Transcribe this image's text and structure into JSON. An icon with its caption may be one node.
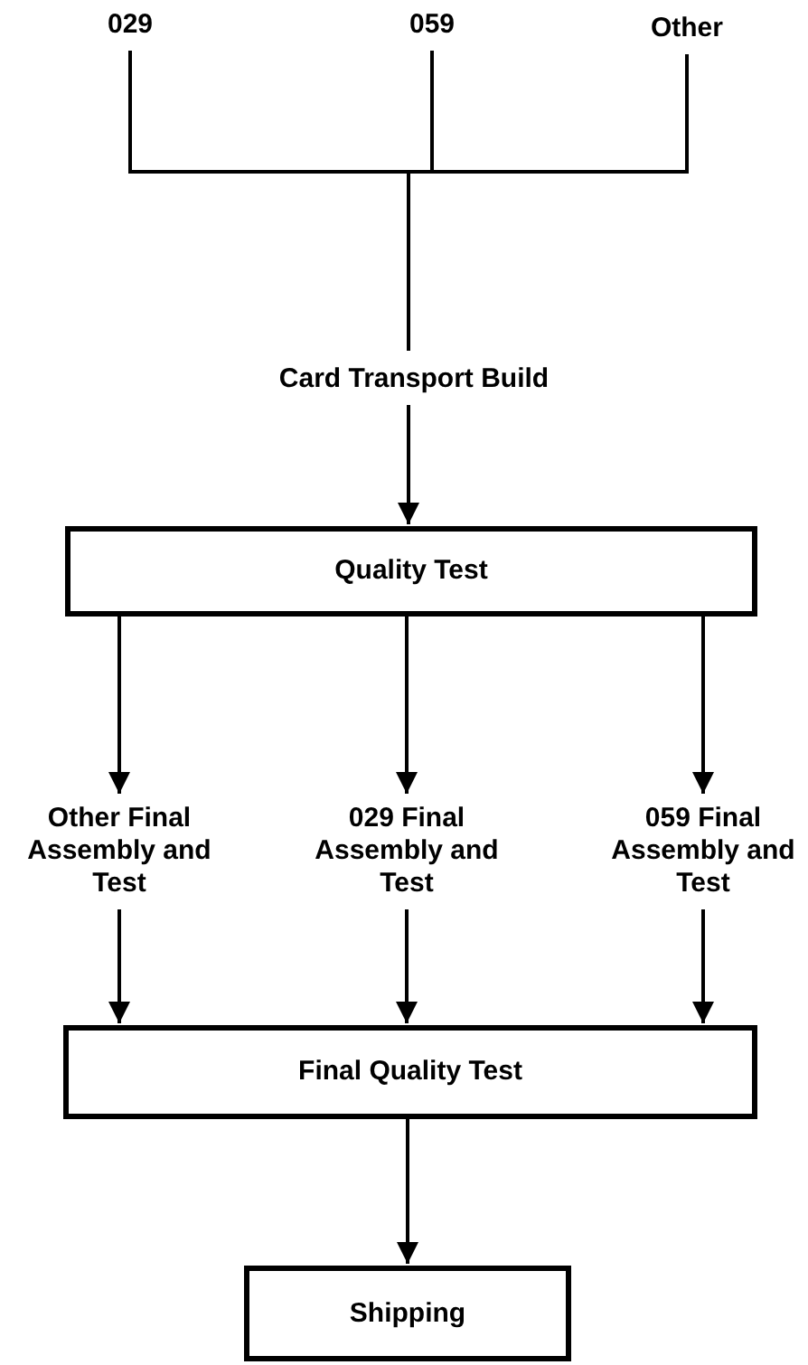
{
  "diagram": {
    "nodes": [
      {
        "text": [
          "029"
        ]
      },
      {
        "text": [
          "059"
        ]
      },
      {
        "text": [
          "Other"
        ]
      },
      {
        "text": [
          "Card Transport Build"
        ]
      },
      {
        "text": [
          "Quality Test"
        ]
      },
      {
        "text": [
          "Other Final Assembly and Test"
        ]
      },
      {
        "text": [
          "029 Final Assembly and Test"
        ]
      },
      {
        "text": [
          "059 Final Assembly and Test"
        ]
      },
      {
        "text": [
          "Final Quality Test"
        ]
      },
      {
        "text": [
          "Shipping"
        ]
      }
    ],
    "edges": [
      {
        "from": 0,
        "to": 3,
        "arrow": "none"
      },
      {
        "from": 1,
        "to": 3,
        "arrow": "none"
      },
      {
        "from": 2,
        "to": 3,
        "arrow": "none"
      },
      {
        "from": 3,
        "to": 4,
        "arrow": "to"
      },
      {
        "from": 4,
        "to": 5,
        "arrow": "to"
      },
      {
        "from": 4,
        "to": 6,
        "arrow": "to"
      },
      {
        "from": 4,
        "to": 7,
        "arrow": "to"
      },
      {
        "from": 5,
        "to": 8,
        "arrow": "to"
      },
      {
        "from": 6,
        "to": 8,
        "arrow": "to"
      },
      {
        "from": 7,
        "to": 8,
        "arrow": "to"
      },
      {
        "from": 8,
        "to": 9,
        "arrow": "to"
      }
    ]
  }
}
